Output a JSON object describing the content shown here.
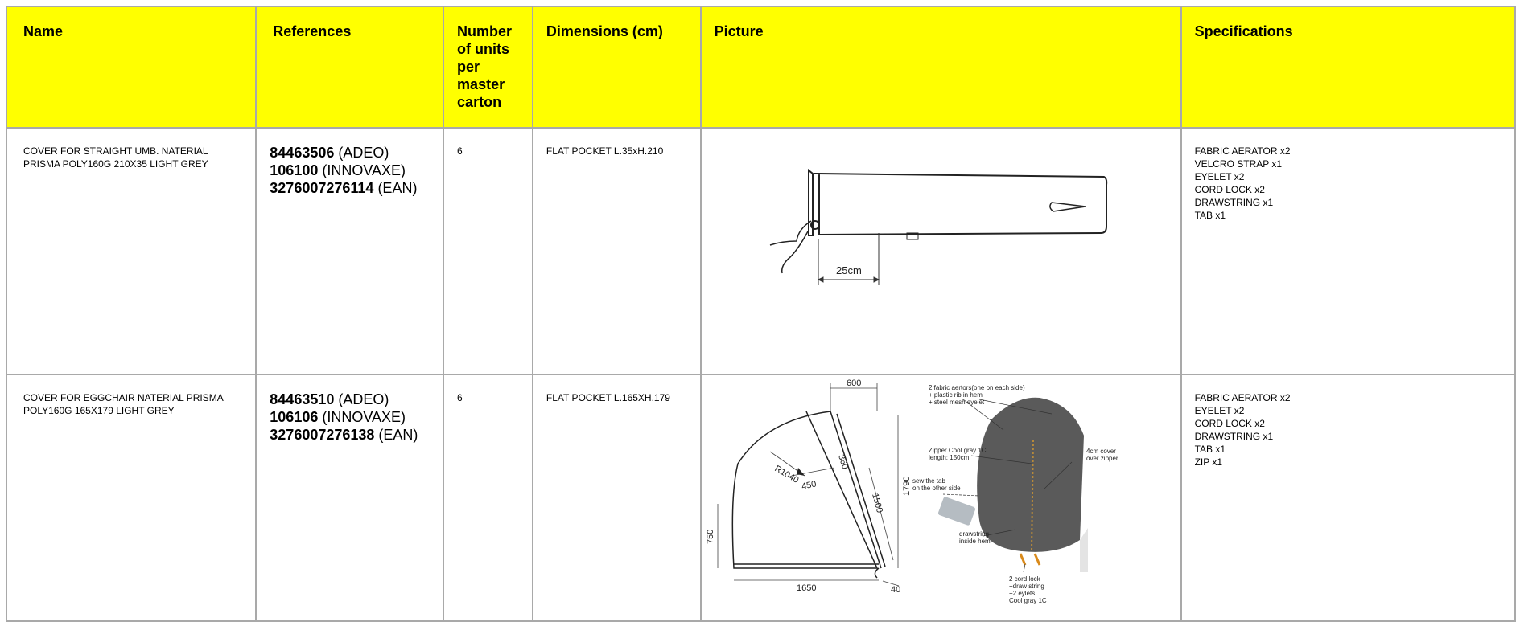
{
  "headers": {
    "name": "Name",
    "references": "References",
    "units_line1": "Number",
    "units_line2": "of units",
    "units_line3": "per",
    "units_line4": "master",
    "units_line5": "carton",
    "dimensions": "Dimensions (cm)",
    "picture": "Picture",
    "specifications": "Specifications"
  },
  "rows": [
    {
      "name_line1": "COVER FOR STRAIGHT UMB. NATERIAL",
      "name_line2": "PRISMA POLY160G 210X35 LIGHT GREY",
      "refs": [
        {
          "code": "84463506",
          "label": " (ADEO)"
        },
        {
          "code": "106100",
          "label": " (INNOVAXE)"
        },
        {
          "code": "3276007276114",
          "label": " (EAN)"
        }
      ],
      "units": "6",
      "dimensions": "FLAT POCKET L.35xH.210",
      "picture": {
        "dim_label": "25cm"
      },
      "specs": [
        "FABRIC AERATOR x2",
        "VELCRO STRAP x1",
        "EYELET x2",
        "CORD LOCK x2",
        "DRAWSTRING x1",
        "TAB x1"
      ]
    },
    {
      "name_line1": "COVER FOR EGGCHAIR NATERIAL PRISMA",
      "name_line2": "POLY160G 165X179 LIGHT GREY",
      "refs": [
        {
          "code": "84463510",
          "label": " (ADEO)"
        },
        {
          "code": "106106",
          "label": " (INNOVAXE)"
        },
        {
          "code": "3276007276138",
          "label": " (EAN)"
        }
      ],
      "units": "6",
      "dimensions": "FLAT POCKET L.165XH.179",
      "picture": {
        "d600": "600",
        "d360": "360",
        "r1040": "R1040",
        "d450": "450",
        "d1500": "1500",
        "d1790": "1790",
        "d750": "750",
        "d1650": "1650",
        "d40": "40",
        "ann_aerators_1": "2 fabric aertors(one on each side)",
        "ann_aerators_2": "+ plastic rib in hem",
        "ann_aerators_3": "+ steel mesh eyelet",
        "ann_zipper_1": "Zipper Cool gray 1C",
        "ann_zipper_2": "length: 150cm",
        "ann_cover_1": "4cm cover",
        "ann_cover_2": "over zipper",
        "ann_tab_1": "sew the tab",
        "ann_tab_2": "on the other side",
        "ann_drawstring_1": "drawstring",
        "ann_drawstring_2": "inside hem",
        "ann_cord_1": "2 cord lock",
        "ann_cord_2": "+draw string",
        "ann_cord_3": "+2 eylets",
        "ann_cord_4": "Cool gray 1C"
      },
      "specs": [
        "FABRIC AERATOR x2",
        "EYELET x2",
        "CORD LOCK x2",
        "DRAWSTRING x1",
        "TAB x1",
        "ZIP x1"
      ]
    }
  ]
}
